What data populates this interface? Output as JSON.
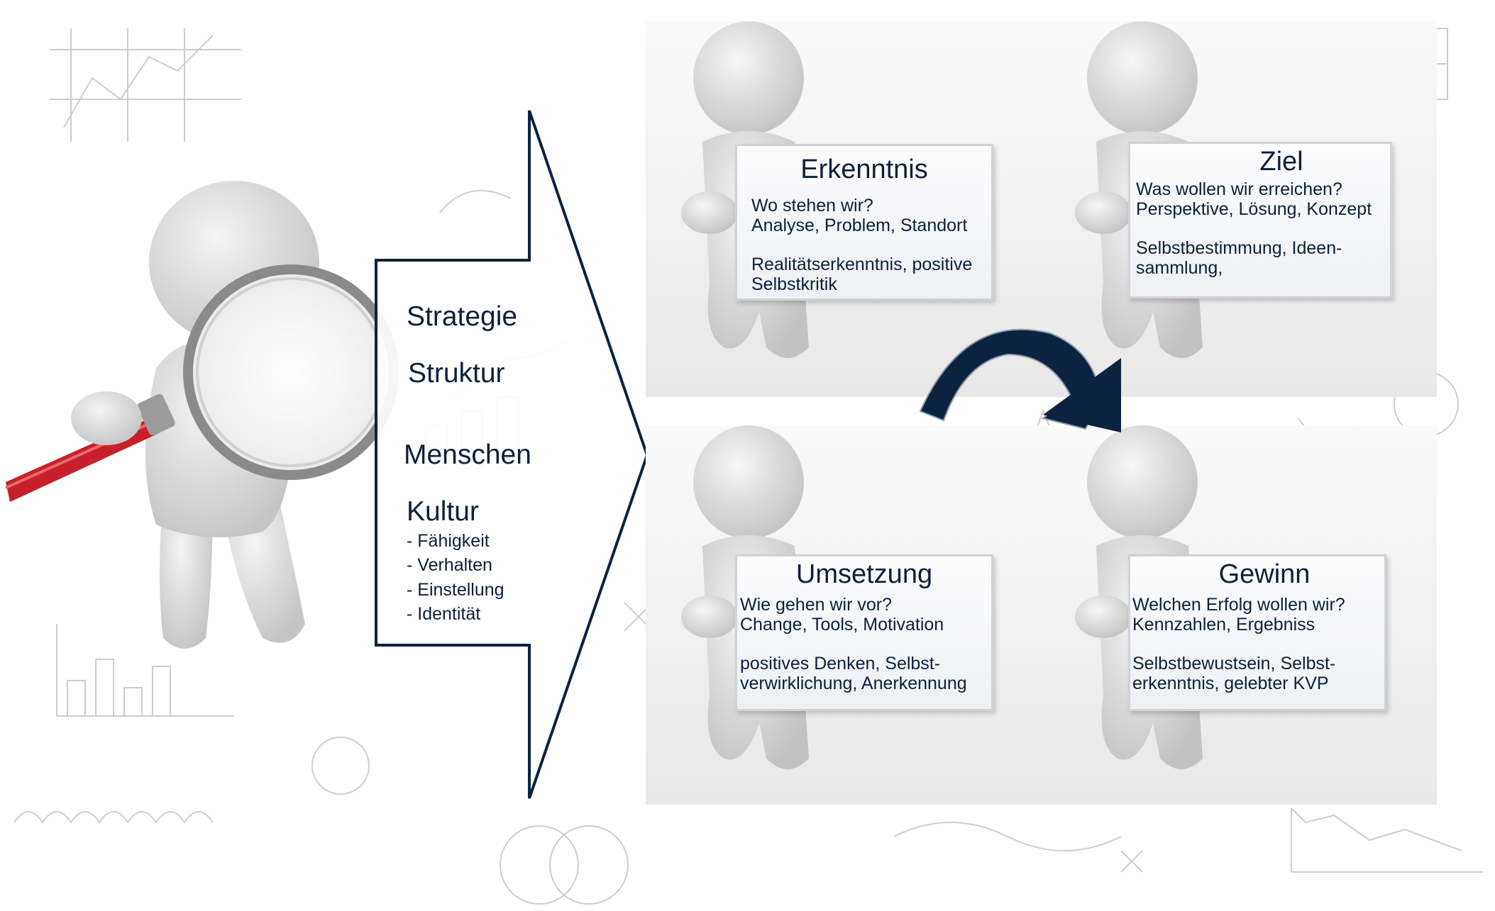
{
  "arrow_list": {
    "items": [
      "Strategie",
      "Struktur",
      "Menschen",
      "Kultur"
    ],
    "sub_items": [
      "- Fähigkeit",
      " - Verhalten",
      " - Einstellung",
      " - Identität"
    ]
  },
  "cards": [
    {
      "title": "Erkenntnis",
      "lines1": [
        "Wo stehen wir?",
        "Analyse, Problem, Standort"
      ],
      "lines2": [
        "Realitätserkenntnis, positive",
        "Selbstkritik"
      ]
    },
    {
      "title": "Ziel",
      "lines1": [
        "Was wollen wir erreichen?",
        "Perspektive, Lösung, Konzept"
      ],
      "lines2": [
        "Selbstbestimmung, Ideen-",
        "sammlung,"
      ]
    },
    {
      "title": "Umsetzung",
      "lines1": [
        "Wie gehen wir vor?",
        "Change, Tools, Motivation"
      ],
      "lines2": [
        "positives Denken, Selbst-",
        "verwirklichung, Anerkennung"
      ]
    },
    {
      "title": "Gewinn",
      "lines1": [
        "Welchen Erfolg wollen wir?",
        "Kennzahlen, Ergebniss"
      ],
      "lines2": [
        "Selbstbewustsein, Selbst-",
        "erkenntnis, gelebter KVP"
      ]
    }
  ],
  "colors": {
    "navy": "#0b2340",
    "text": "#0d1f3c",
    "magnifier_handle": "#c8202a"
  }
}
